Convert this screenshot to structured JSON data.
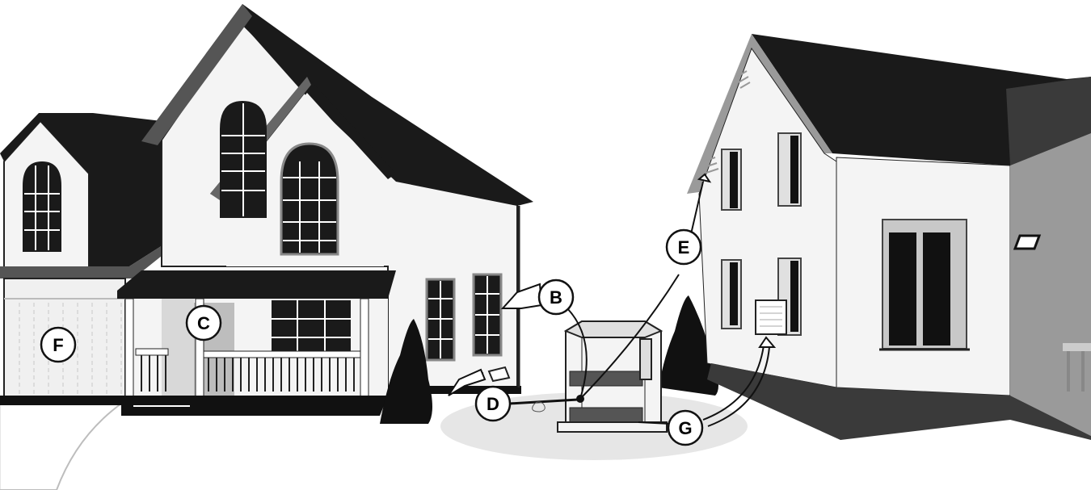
{
  "callouts": {
    "b": "B",
    "c": "C",
    "d": "D",
    "e": "E",
    "f": "F",
    "g": "G"
  },
  "colors": {
    "roof": "#1a1a1a",
    "wall": "#f4f4f4",
    "trim": "#555555",
    "shadow": "#3a3a3a",
    "ground": "#e4e4e4",
    "dark": "#111111"
  },
  "icons": [
    "house-main",
    "house-neighbor",
    "standby-generator",
    "shrub",
    "arrow",
    "callout-circle"
  ]
}
